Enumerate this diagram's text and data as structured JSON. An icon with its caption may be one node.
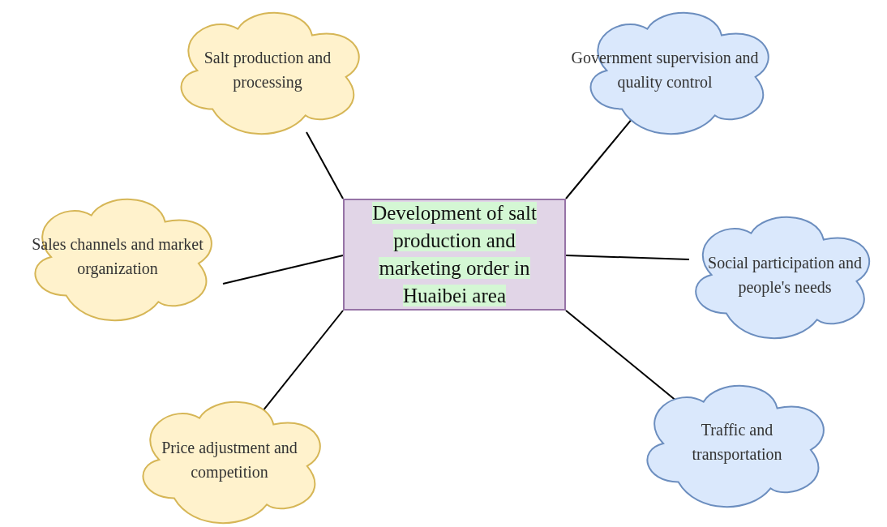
{
  "diagram": {
    "nodes": [
      {
        "text": [
          "Development of salt production and marketing order in Huaibei area"
        ]
      },
      {
        "text": [
          "Salt production and processing"
        ]
      },
      {
        "text": [
          "Government supervision and quality control"
        ]
      },
      {
        "text": [
          "Sales channels and market organization"
        ]
      },
      {
        "text": [
          "Social participation and people's needs"
        ]
      },
      {
        "text": [
          "Price adjustment and competition"
        ]
      },
      {
        "text": [
          "Traffic and transportation"
        ]
      }
    ],
    "edges": [
      {
        "from": 0,
        "to": 1,
        "arrow": "none"
      },
      {
        "from": 0,
        "to": 2,
        "arrow": "none"
      },
      {
        "from": 0,
        "to": 3,
        "arrow": "none"
      },
      {
        "from": 0,
        "to": 4,
        "arrow": "none"
      },
      {
        "from": 0,
        "to": 5,
        "arrow": "none"
      },
      {
        "from": 0,
        "to": 6,
        "arrow": "none"
      }
    ]
  }
}
